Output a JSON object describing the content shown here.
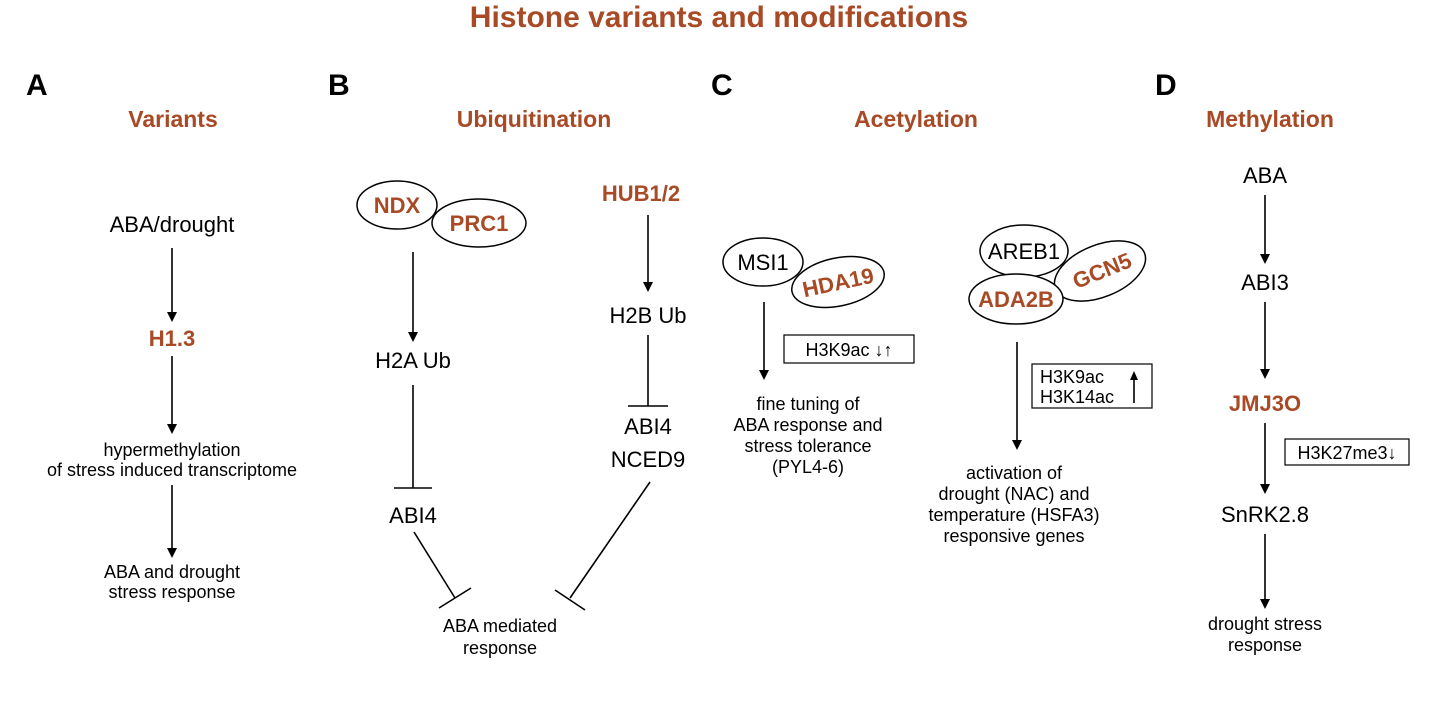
{
  "title": "Histone variants and modifications",
  "panels": {
    "A": {
      "letter": "A",
      "heading": "Variants",
      "n1": "ABA/drought",
      "n2": "H1.3",
      "n3_line1": "hypermethylation",
      "n3_line2": "of stress induced transcriptome",
      "n4_line1": "ABA and drought",
      "n4_line2": "stress response"
    },
    "B": {
      "letter": "B",
      "heading": "Ubiquitination",
      "ndx": "NDX",
      "prc1": "PRC1",
      "h2a": "H2A Ub",
      "abi4_left": "ABI4",
      "hub": "HUB1/2",
      "h2b": "H2B Ub",
      "abi4_right": "ABI4",
      "nced9": "NCED9",
      "out_line1": "ABA mediated",
      "out_line2": "response"
    },
    "C": {
      "letter": "C",
      "heading": "Acetylation",
      "msi1": "MSI1",
      "hda19": "HDA19",
      "box1": "H3K9ac ↓↑",
      "left_out1": "fine tuning of",
      "left_out2": "ABA response and",
      "left_out3": "stress tolerance",
      "left_out4": "(PYL4-6)",
      "areb1": "AREB1",
      "gcn5": "GCN5",
      "ada2b": "ADA2B",
      "box2_l1": "H3K9ac",
      "box2_l2": "H3K14ac",
      "right_out1": "activation of",
      "right_out2": "drought (NAC) and",
      "right_out3": "temperature (HSFA3)",
      "right_out4": "responsive genes"
    },
    "D": {
      "letter": "D",
      "heading": "Methylation",
      "n1": "ABA",
      "n2": "ABI3",
      "n3": "JMJ3O",
      "box": "H3K27me3↓",
      "n4": "SnRK2.8",
      "n5_line1": "drought stress",
      "n5_line2": "response"
    }
  },
  "colors": {
    "accent": "#a84a26",
    "text": "#000000"
  }
}
